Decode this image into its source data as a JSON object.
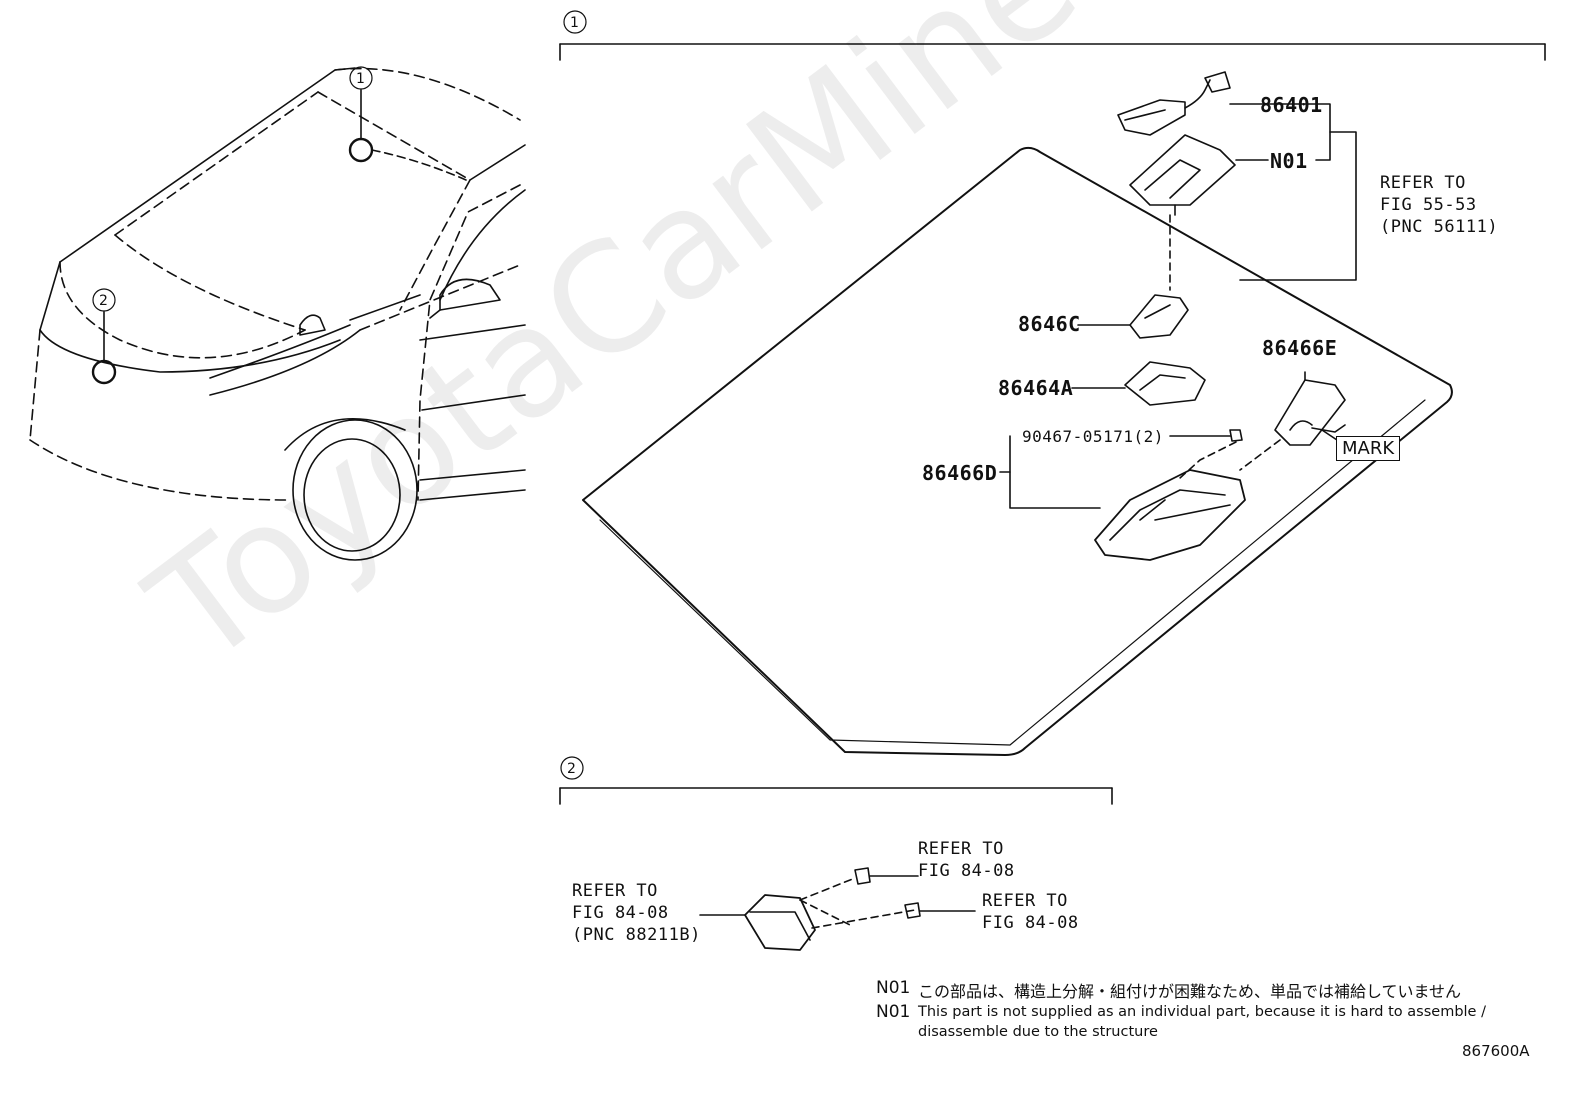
{
  "watermark": "ToyotaCarMine.ru",
  "callouts": {
    "one": "1",
    "two": "2"
  },
  "parts": {
    "p86401": "86401",
    "n01": "N01",
    "p8646c": "8646C",
    "p86464a": "86464A",
    "p86466e": "86466E",
    "p90467": "90467-05171(2)",
    "p86466d": "86466D"
  },
  "mark_label": "MARK",
  "refer_fig5553": [
    "REFER TO",
    "FIG 55-53",
    "(PNC 56111)"
  ],
  "refer_pnc88211b": [
    "REFER TO",
    "FIG 84-08",
    "(PNC 88211B)"
  ],
  "refer_top": [
    "REFER TO",
    "FIG 84-08"
  ],
  "refer_right": [
    "REFER TO",
    "FIG 84-08"
  ],
  "notes": {
    "jp_code": "N01",
    "jp_text": "この部品は、構造上分解・組付けが困難なため、単品では補給していません",
    "en_code": "N01",
    "en_line1": "This part is not supplied as an individual part, because it is hard to assemble /",
    "en_line2": "disassemble due to the structure"
  },
  "figure_code": "867600A"
}
